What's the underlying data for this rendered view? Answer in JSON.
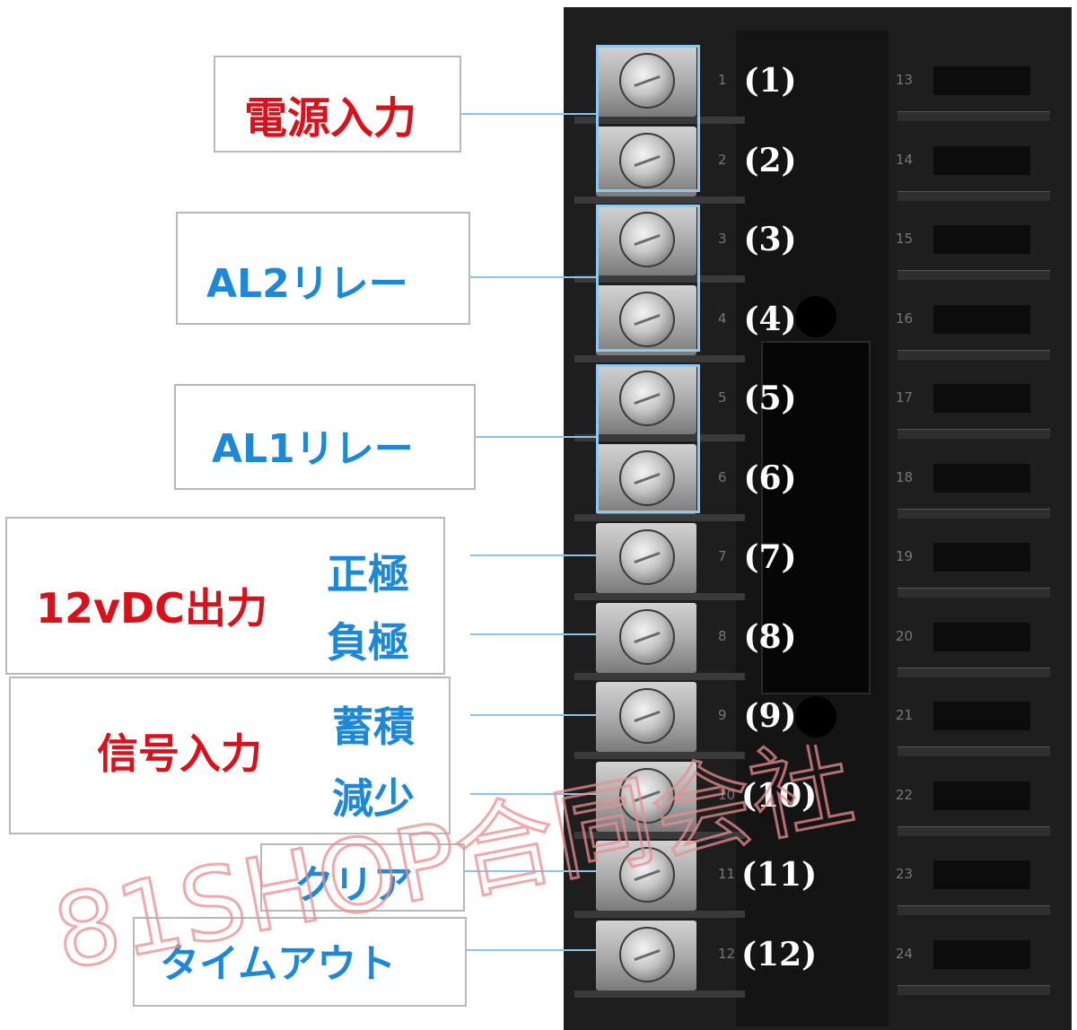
{
  "labels": {
    "power_input": "電源入力",
    "al2_relay": "AL2リレー",
    "al1_relay": "AL1リレー",
    "dc_output": "12vDC出力",
    "positive": "正極",
    "negative": "負極",
    "signal_input": "信号入力",
    "count_up": "蓄積",
    "count_down": "減少",
    "clear": "クリア",
    "timeout": "タイムアウト"
  },
  "terminals": [
    "(1)",
    "(2)",
    "(3)",
    "(4)",
    "(5)",
    "(6)",
    "(7)",
    "(8)",
    "(9)",
    "(10)",
    "(11)",
    "(12)"
  ],
  "terminal_small": [
    "1",
    "2",
    "3",
    "4",
    "5",
    "6",
    "7",
    "8",
    "9",
    "10",
    "11",
    "12"
  ],
  "right_terminals": [
    "13",
    "14",
    "15",
    "16",
    "17",
    "18",
    "19",
    "20",
    "21",
    "22",
    "23",
    "24"
  ],
  "watermark": "81SHOP合同会社",
  "colors": {
    "label_red": "#d8111b",
    "label_blue": "#1e88d8",
    "group_frame": "#8ec8ee",
    "body": "#1e1e1e"
  }
}
